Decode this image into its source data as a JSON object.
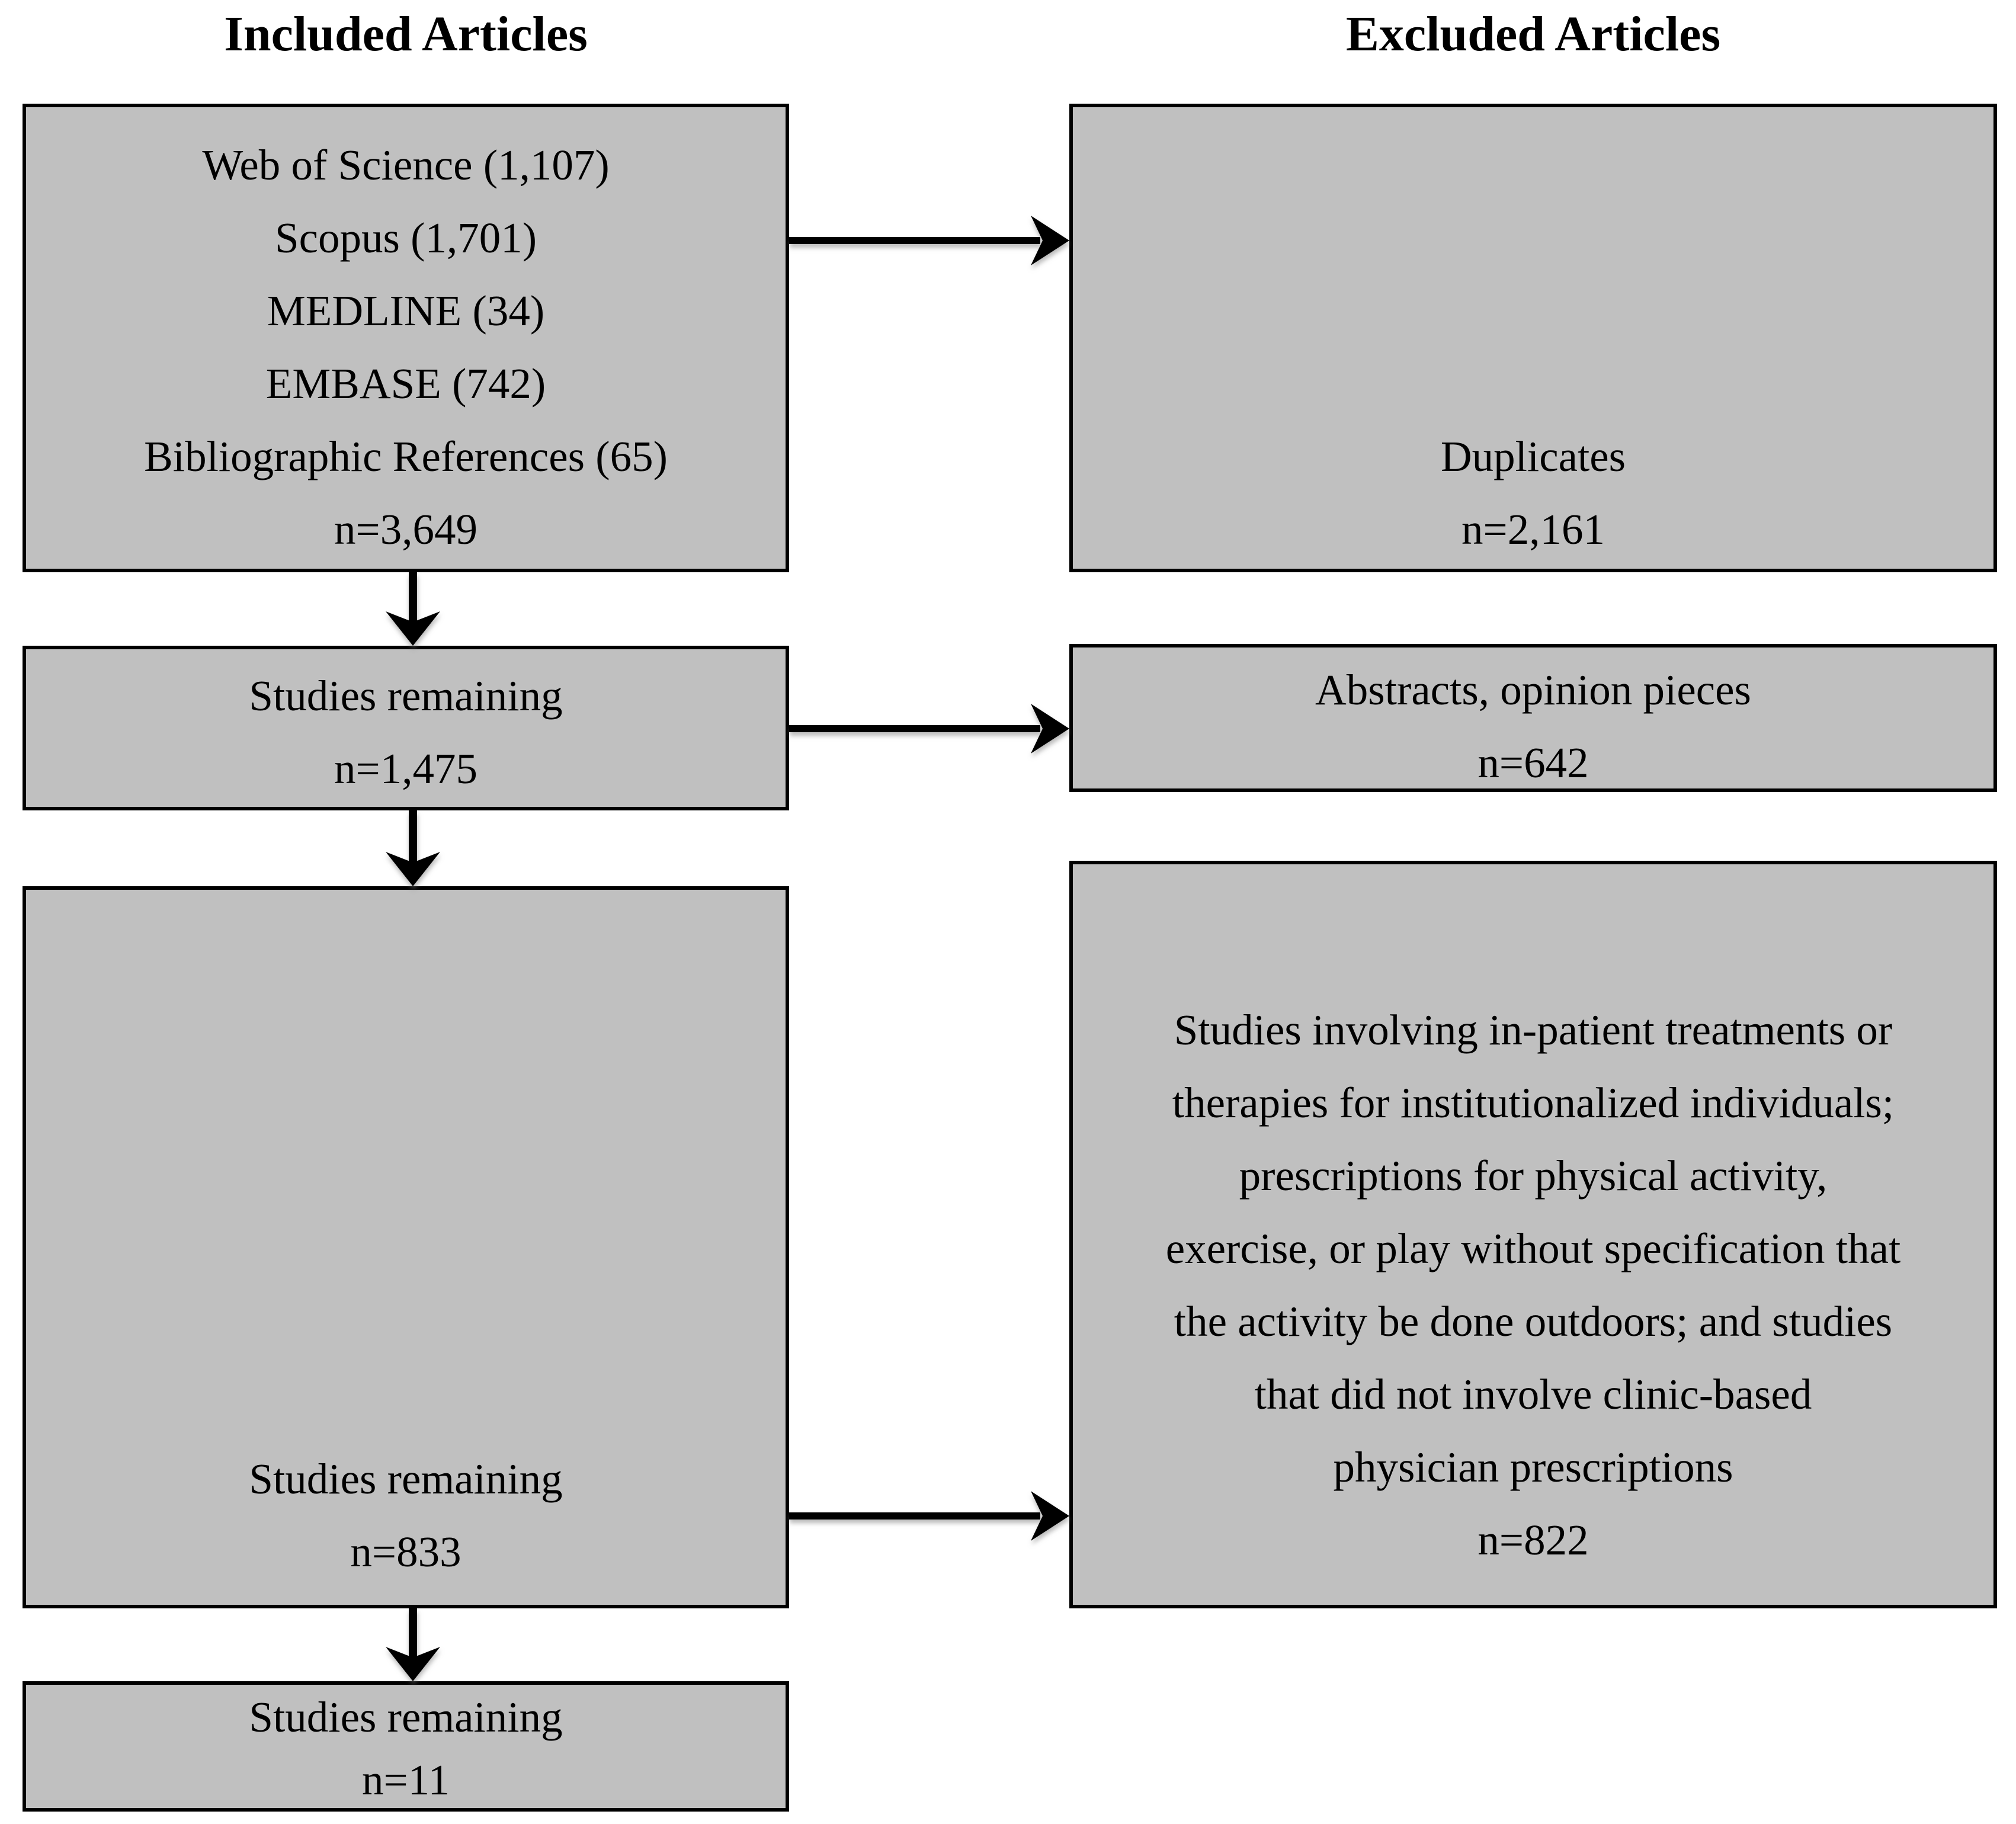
{
  "figure": {
    "left_column_header": "Included Articles",
    "right_column_header": "Excluded Articles"
  },
  "boxes": {
    "sources": {
      "lines": [
        "Web of Science (1,107)",
        "Scopus (1,701)",
        "MEDLINE (34)",
        "EMBASE (742)",
        "Bibliographic References (65)",
        "n=3,649"
      ]
    },
    "duplicates": {
      "lines": [
        "Duplicates",
        "n=2,161"
      ]
    },
    "remaining_after_duplicates": {
      "lines": [
        "Studies remaining",
        "n=1,475"
      ]
    },
    "abstracts_opinion": {
      "lines": [
        "Abstracts, opinion pieces",
        "n=642"
      ]
    },
    "remaining_after_screening": {
      "lines": [
        "Studies remaining",
        "n=833"
      ]
    },
    "exclusion_criteria": {
      "lines": [
        "Studies involving in-patient treatments or",
        "therapies for institutionalized individuals;",
        "prescriptions for physical activity,",
        "exercise, or play without specification that",
        "the activity be done outdoors; and studies",
        "that did not involve clinic-based",
        "physician prescriptions",
        "n=822"
      ]
    },
    "final_included": {
      "lines": [
        "Studies remaining",
        "n=11"
      ]
    }
  },
  "colors": {
    "background": "#ffffff",
    "box_fill": "#c0c0c0",
    "box_border": "#000000",
    "arrow": "#000000",
    "text": "#000000"
  }
}
